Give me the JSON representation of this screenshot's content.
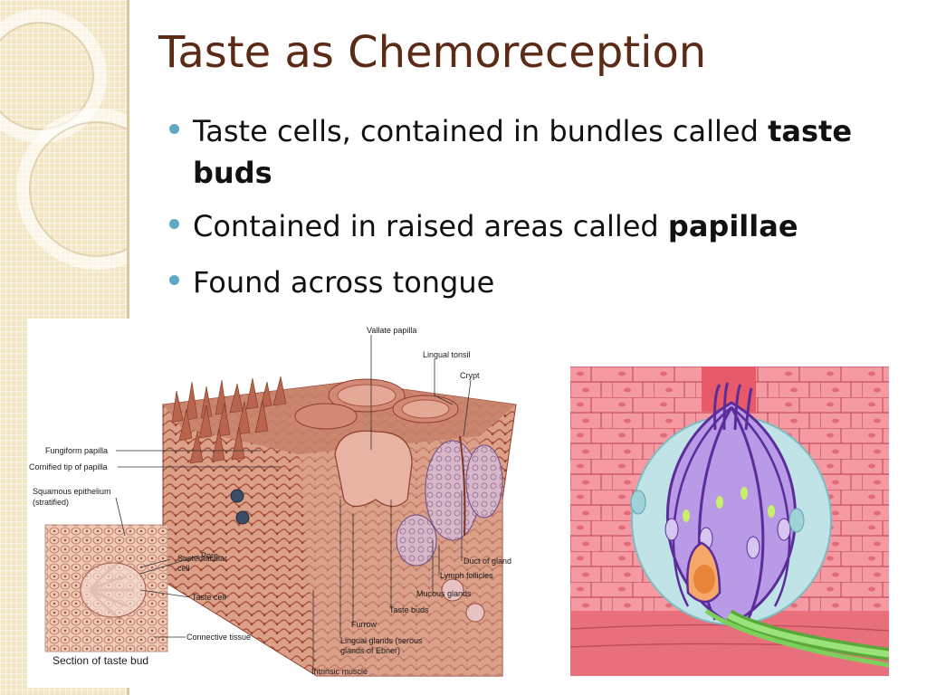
{
  "slide": {
    "title": "Taste as Chemoreception",
    "bullets": [
      {
        "text": "Taste cells, contained in bundles called ",
        "bold": "taste buds"
      },
      {
        "text": "Contained in raised areas called ",
        "bold": "papillae"
      },
      {
        "text": "Found across tongue",
        "bold": ""
      }
    ]
  },
  "tongue_figure": {
    "labels": {
      "vallate_papilla": "Vallate papilla",
      "lingual_tonsil": "Lingual tonsil",
      "crypt": "Crypt",
      "fungiform_papilla": "Fungiform papilla",
      "cornified_tip": "Cornified tip of papilla",
      "squamous_epithelium": "Squamous epithelium",
      "stratified": "(stratified)",
      "sustentacular_cell_1": "Sustentacular",
      "sustentacular_cell_2": "cell",
      "pore": "Pore",
      "taste_cell": "Taste cell",
      "connective_tissue": "Connective tissue",
      "section_of_taste_bud": "Section of taste bud",
      "duct_of_gland": "Duct of gland",
      "lymph_follicles": "Lymph follicles",
      "mucous_glands": "Mucous glands",
      "taste_buds": "Taste buds",
      "furrow": "Furrow",
      "lingual_glands_1": "Lingual glands (serous",
      "lingual_glands_2": "glands of Ebner)",
      "intrinsic_muscle": "Intrinsic muscle"
    }
  },
  "colors": {
    "title": "#5c2b17",
    "bullet_dot": "#5fa8c5",
    "tissue_dark": "#a8533e",
    "tissue_light": "#e7b7a4",
    "bud_purple": "#b89ae6",
    "bud_outline": "#5b2c9a",
    "nerve_green": "#7ccf5a",
    "epithelium_pink": "#f28a94"
  }
}
